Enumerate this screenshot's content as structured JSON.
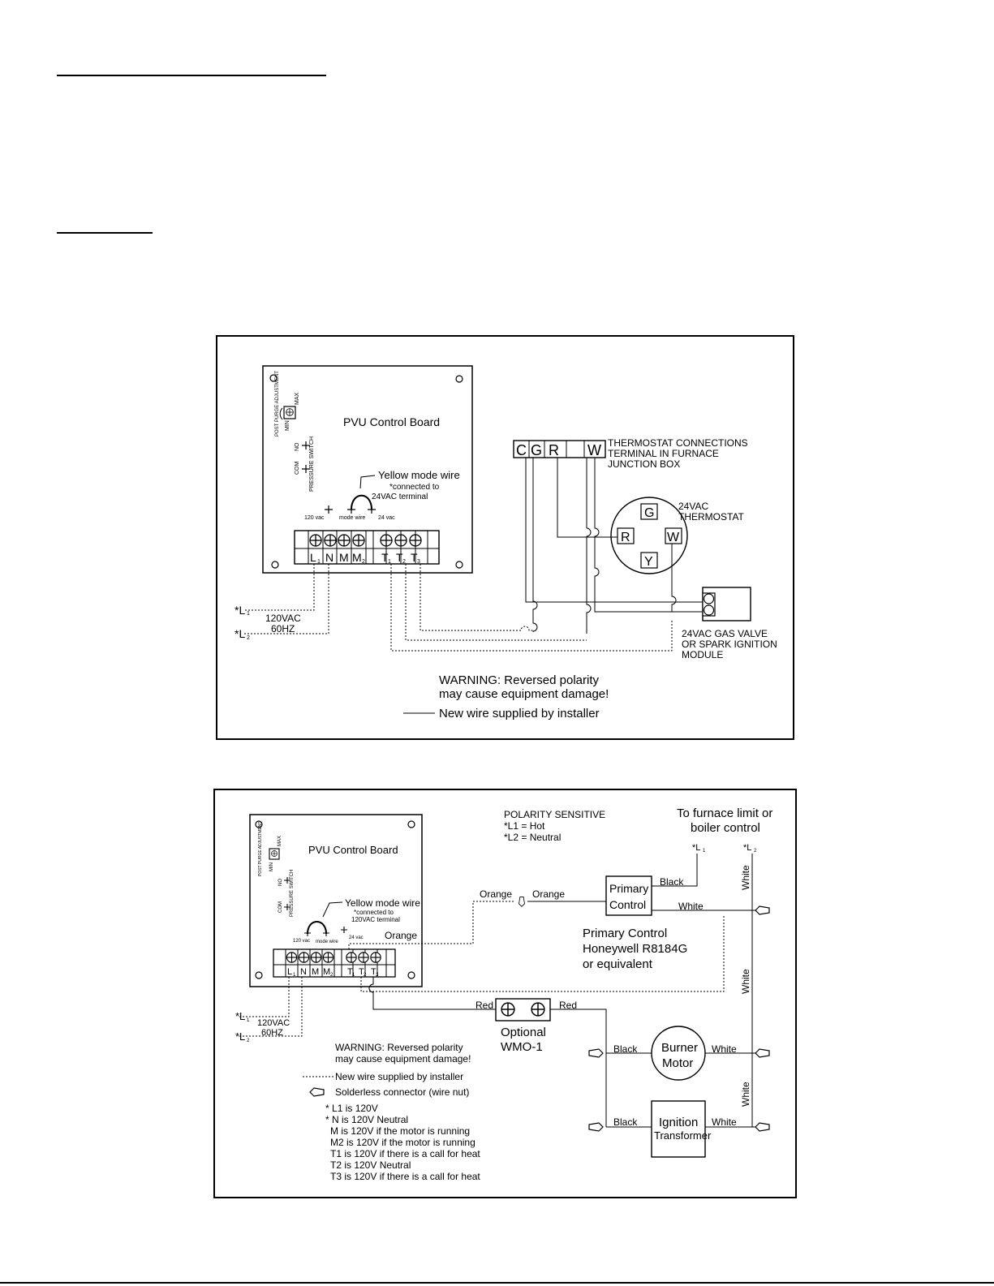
{
  "diagram1": {
    "board_title": "PVU Control Board",
    "pot_label": "POST PURGE ADJUSTMENT",
    "min": "MIN",
    "max": "MAX",
    "no": "NO",
    "com": "COM",
    "pressure_switch": "PRESSURE SWITCH",
    "mode_wire_title": "Yellow mode wire",
    "mode_wire_note1": "*connected to",
    "mode_wire_note2": "24VAC terminal",
    "v120": "120 vac",
    "mode_wire": "mode wire",
    "v24": "24 vac",
    "terminals": [
      "L",
      "N",
      "M",
      "M",
      "T",
      "T",
      "T"
    ],
    "subs": [
      "1",
      "2",
      "1",
      "2",
      "3"
    ],
    "l1": "*L",
    "l2": "*L",
    "vac": "120VAC",
    "hz": "60HZ",
    "tstat_terms": [
      "C",
      "G",
      "R",
      "W"
    ],
    "tstat_conn1": "THERMOSTAT CONNECTIONS",
    "tstat_conn2": "TERMINAL IN FURNACE",
    "tstat_conn3": "JUNCTION BOX",
    "thermostat1": "24VAC",
    "thermostat2": "THERMOSTAT",
    "tstat_g": "G",
    "tstat_r": "R",
    "tstat_w": "W",
    "tstat_y": "Y",
    "gas1": "24VAC GAS VALVE",
    "gas2": "OR SPARK IGNITION",
    "gas3": "MODULE",
    "warn1": "WARNING: Reversed polarity",
    "warn2": "may cause equipment damage!",
    "new_wire": "New wire supplied by installer"
  },
  "diagram2": {
    "board_title": "PVU Control Board",
    "pot_label": "POST PURGE ADJUSTMENT",
    "min": "MIN",
    "max": "MAX",
    "no": "NO",
    "com": "COM",
    "pressure_switch": "PRESSURE SWITCH",
    "mode_wire_title": "Yellow mode wire",
    "mode_wire_note1": "*connected to",
    "mode_wire_note2": "120VAC terminal",
    "v120": "120 vac",
    "mode_wire": "mode wire",
    "v24": "24 vac",
    "terminals": [
      "L",
      "N",
      "M",
      "M",
      "T",
      "T",
      "T"
    ],
    "subs": [
      "1",
      "2",
      "1",
      "2",
      "3"
    ],
    "l1": "*L",
    "l2": "*L",
    "vac": "120VAC",
    "hz": "60HZ",
    "polarity_title": "POLARITY SENSITIVE",
    "polarity_l1": "*L1 = Hot",
    "polarity_l2": "*L2 = Neutral",
    "limit1": "To furnace limit or",
    "limit2": "boiler control",
    "orange": "Orange",
    "black": "Black",
    "white": "White",
    "red": "Red",
    "primary1": "Primary",
    "primary2": "Control",
    "primary_desc1": "Primary Control",
    "primary_desc2": "Honeywell R8184G",
    "primary_desc3": "or equivalent",
    "optional1": "Optional",
    "optional2": "WMO-1",
    "burner1": "Burner",
    "burner2": "Motor",
    "ignition1": "Ignition",
    "ignition2": "Transformer",
    "warn1": "WARNING: Reversed polarity",
    "warn2": "may cause equipment damage!",
    "new_wire": "New wire supplied by installer",
    "wire_nut": "Solderless connector (wire nut)",
    "notes": [
      "L1 is 120V",
      "N is 120V Neutral",
      "M is 120V if the motor is running",
      "M2 is 120V if the motor is running",
      "T1 is 120V if there is a call for heat",
      "T2 is 120V Neutral",
      "T3 is 120V if there is a call for heat"
    ]
  }
}
